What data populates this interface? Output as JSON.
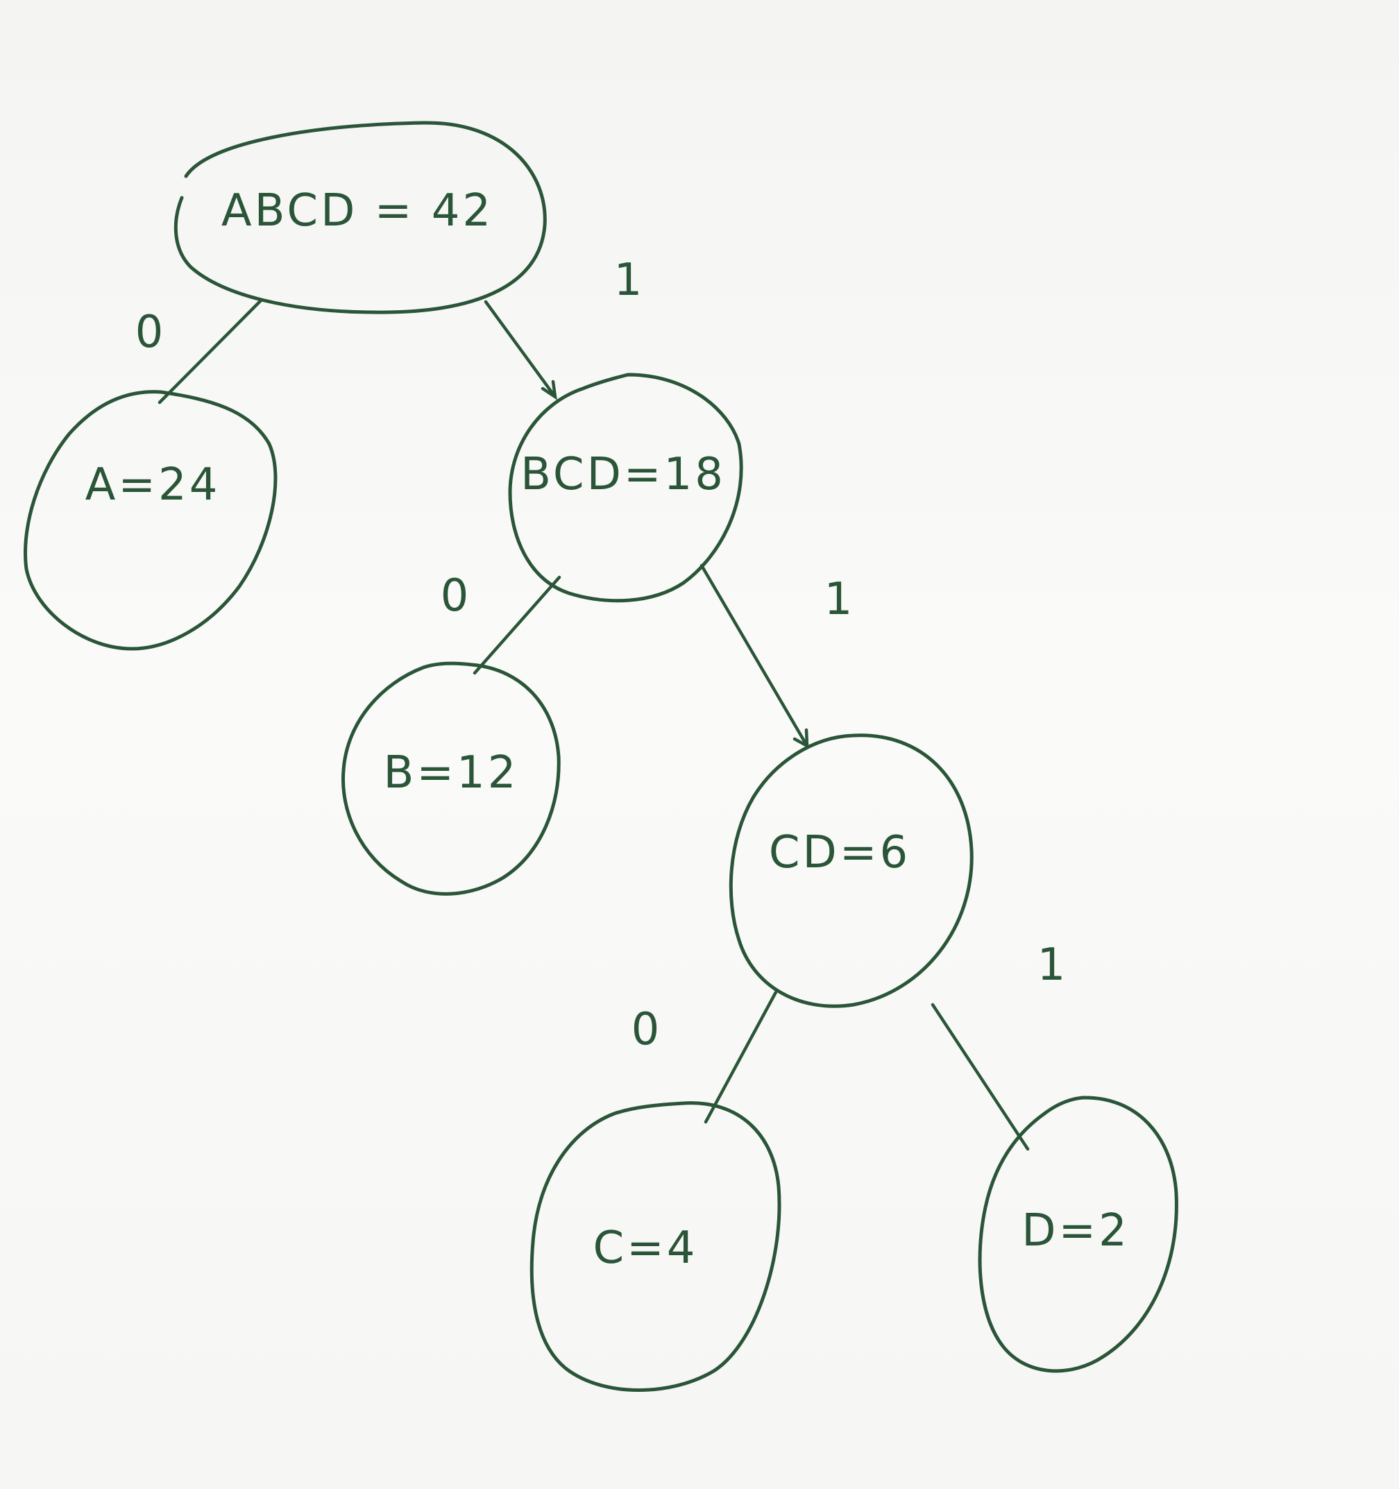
{
  "ink_color": "#2a5538",
  "nodes": [
    {
      "id": "abcd",
      "label": "ABCD = 42"
    },
    {
      "id": "a",
      "label": "A=24"
    },
    {
      "id": "bcd",
      "label": "BCD=18"
    },
    {
      "id": "b",
      "label": "B=12"
    },
    {
      "id": "cd",
      "label": "CD=6"
    },
    {
      "id": "c",
      "label": "C=4"
    },
    {
      "id": "d",
      "label": "D=2"
    }
  ],
  "edges": [
    {
      "from": "abcd",
      "to": "a",
      "label": "0"
    },
    {
      "from": "abcd",
      "to": "bcd",
      "label": "1"
    },
    {
      "from": "bcd",
      "to": "b",
      "label": "0"
    },
    {
      "from": "bcd",
      "to": "cd",
      "label": "1"
    },
    {
      "from": "cd",
      "to": "c",
      "label": "0"
    },
    {
      "from": "cd",
      "to": "d",
      "label": "1"
    }
  ]
}
